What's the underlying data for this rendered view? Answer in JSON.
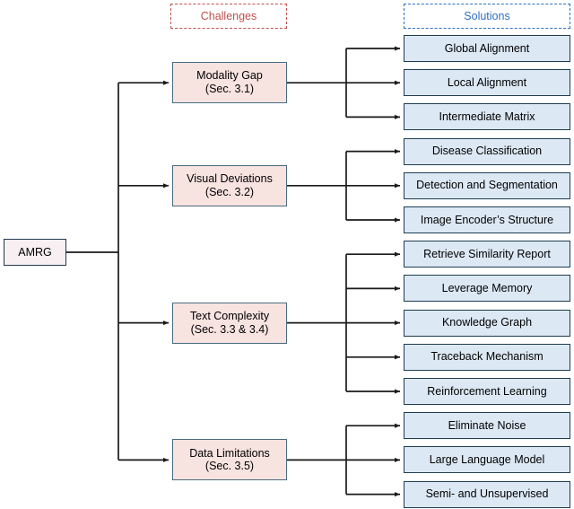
{
  "diagram": {
    "title_root": "AMRG",
    "headers": {
      "challenges": {
        "label": "Challenges",
        "color": "#c0504d"
      },
      "solutions": {
        "label": "Solutions",
        "color": "#2f6fc0"
      }
    },
    "colors": {
      "root_fill": "#f7eff1",
      "challenge_fill": "#f7e3e0",
      "solution_fill": "#dce8f4",
      "border_dark": "#1f3d52",
      "wire": "#1a1a1a"
    },
    "root": {
      "label": "AMRG"
    },
    "challenges": [
      {
        "line1": "Modality Gap",
        "line2": "(Sec. 3.1)",
        "solutions": [
          "Global Alignment",
          "Local Alignment",
          "Intermediate Matrix"
        ]
      },
      {
        "line1": "Visual Deviations",
        "line2": "(Sec. 3.2)",
        "solutions": [
          "Disease Classification",
          "Detection and Segmentation",
          "Image Encoder’s Structure"
        ]
      },
      {
        "line1": "Text Complexity",
        "line2": "(Sec. 3.3 & 3.4)",
        "solutions": [
          "Retrieve Similarity Report",
          "Leverage Memory",
          "Knowledge Graph",
          "Traceback Mechanism",
          "Reinforcement Learning"
        ]
      },
      {
        "line1": "Data Limitations",
        "line2": "(Sec. 3.5)",
        "solutions": [
          "Eliminate Noise",
          "Large Language Model",
          "Semi- and Unsupervised"
        ]
      }
    ]
  }
}
